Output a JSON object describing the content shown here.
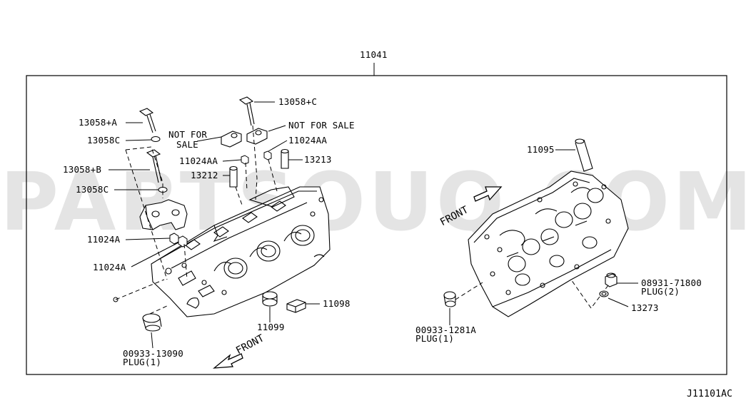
{
  "diagram": {
    "assembly_number": "11041",
    "diagram_code": "J11101AC",
    "watermark": "PARTSOUQ.COM",
    "front_labels": [
      "FRONT",
      "FRONT"
    ],
    "parts": {
      "p_13058_a": "13058+A",
      "p_13058c_1": "13058C",
      "p_13058_b": "13058+B",
      "p_13058c_2": "13058C",
      "p_11024a_1": "11024A",
      "p_11024a_2": "11024A",
      "p_13058_c": "13058+C",
      "nfs_left_1": "NOT FOR",
      "nfs_left_2": "SALE",
      "nfs_right": "NOT FOR SALE",
      "p_11024aa_1": "11024AA",
      "p_11024aa_2": "11024AA",
      "p_13213": "13213",
      "p_13212": "13212",
      "p_11098": "11098",
      "p_11099": "11099",
      "p_00933_13090": "00933-13090",
      "plug_1_a": "PLUG(1)",
      "p_11095": "11095",
      "p_08931_71800": "08931-71800",
      "plug_2": "PLUG(2)",
      "p_13273": "13273",
      "p_00933_1281a": "00933-1281A",
      "plug_1_b": "PLUG(1)"
    }
  }
}
